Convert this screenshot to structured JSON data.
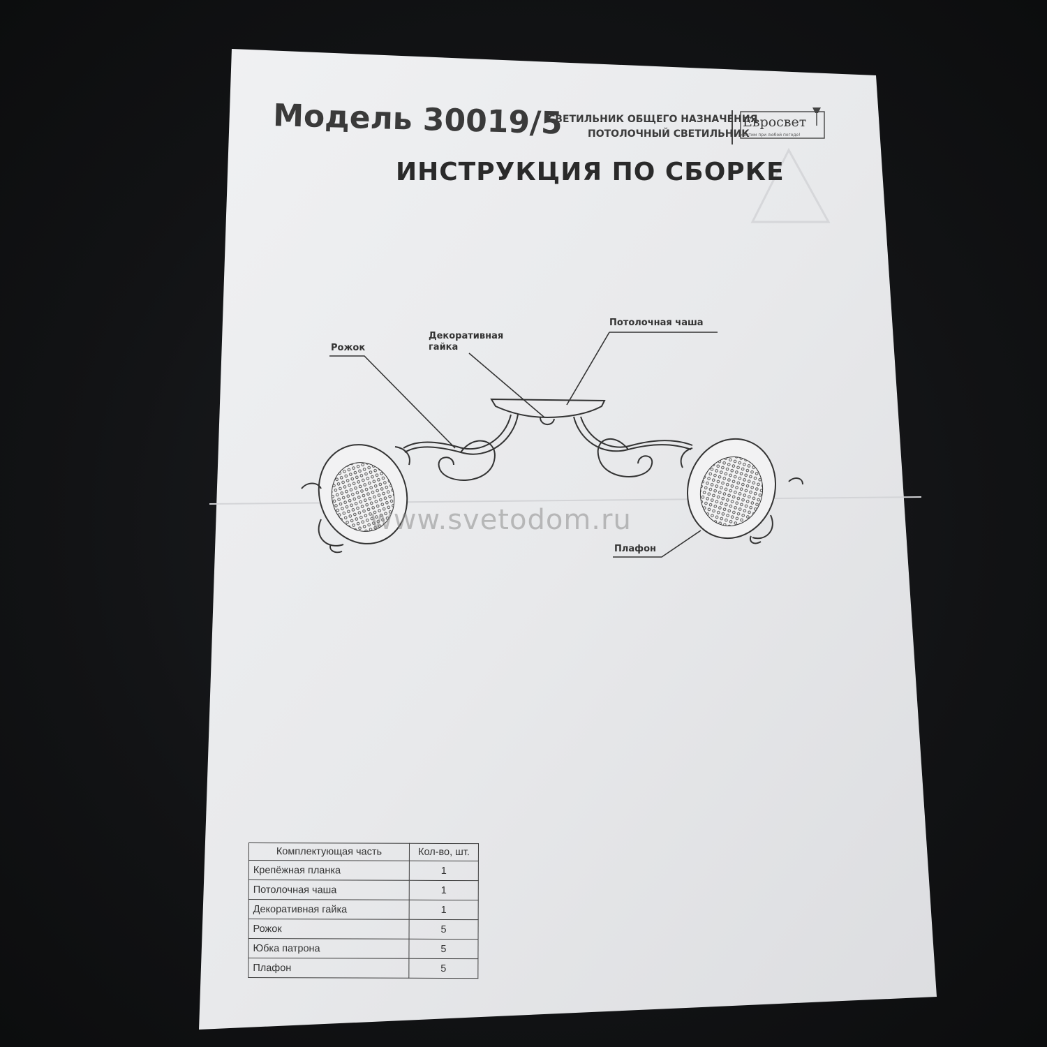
{
  "header": {
    "model": "Модель 30019/5",
    "line1": "СВЕТИЛЬНИК ОБЩЕГО НАЗНАЧЕНИЯ",
    "line2": "ПОТОЛОЧНЫЙ СВЕТИЛЬНИК"
  },
  "brand": {
    "name": "Евросвет",
    "slogan": "светим при любой погоде!"
  },
  "title": "ИНСТРУКЦИЯ ПО СБОРКЕ",
  "diagram_labels": {
    "horn": "Рожок",
    "nut_line1": "Декоративная",
    "nut_line2": "гайка",
    "bowl": "Потолочная чаша",
    "shade": "Плафон"
  },
  "watermark": "www.svetodom.ru",
  "table": {
    "headers": [
      "Комплектующая часть",
      "Кол-во, шт."
    ],
    "rows": [
      {
        "part": "Крепёжная планка",
        "qty": "1"
      },
      {
        "part": "Потолочная чаша",
        "qty": "1"
      },
      {
        "part": "Декоративная гайка",
        "qty": "1"
      },
      {
        "part": "Рожок",
        "qty": "5"
      },
      {
        "part": "Юбка патрона",
        "qty": "5"
      },
      {
        "part": "Плафон",
        "qty": "5"
      }
    ]
  },
  "colors": {
    "paper": "#e9eaec",
    "background": "#141517",
    "ink": "#2b2b2b"
  }
}
